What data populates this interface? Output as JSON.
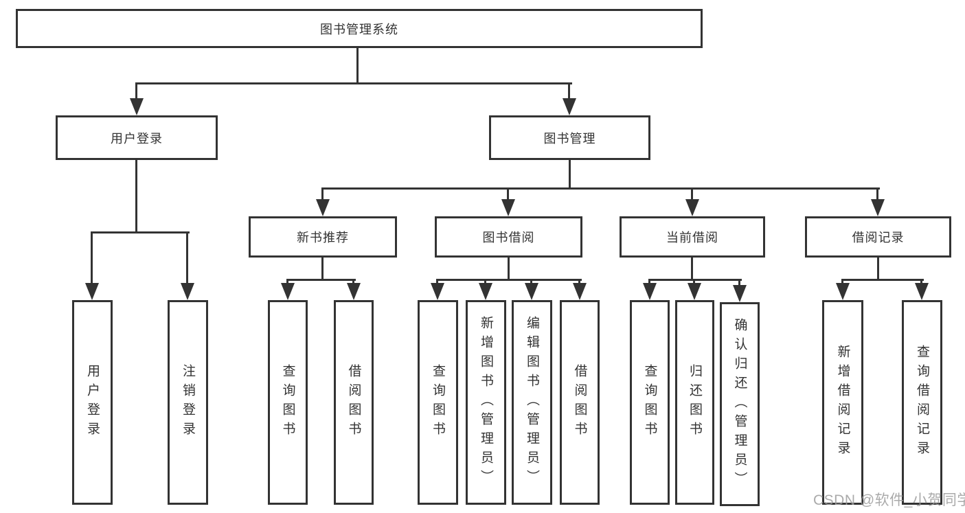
{
  "tree": {
    "root": "图书管理系统",
    "branches": [
      {
        "label": "用户登录",
        "leaves": [
          "用户登录",
          "注销登录"
        ]
      },
      {
        "label": "图书管理",
        "groups": [
          {
            "label": "新书推荐",
            "leaves": [
              "查询图书",
              "借阅图书"
            ]
          },
          {
            "label": "图书借阅",
            "leaves": [
              "查询图书",
              "新增图书（管理员）",
              "编辑图书（管理员）",
              "借阅图书"
            ]
          },
          {
            "label": "当前借阅",
            "leaves": [
              "查询图书",
              "归还图书",
              "确认归还（管理员）"
            ]
          },
          {
            "label": "借阅记录",
            "leaves": [
              "新增借阅记录",
              "查询借阅记录"
            ]
          }
        ]
      }
    ]
  },
  "watermark": "CSDN @软件_小贺同学",
  "colors": {
    "line": "#333333",
    "text": "#333333",
    "background": "#ffffff",
    "watermark": "#9c9c9c"
  }
}
